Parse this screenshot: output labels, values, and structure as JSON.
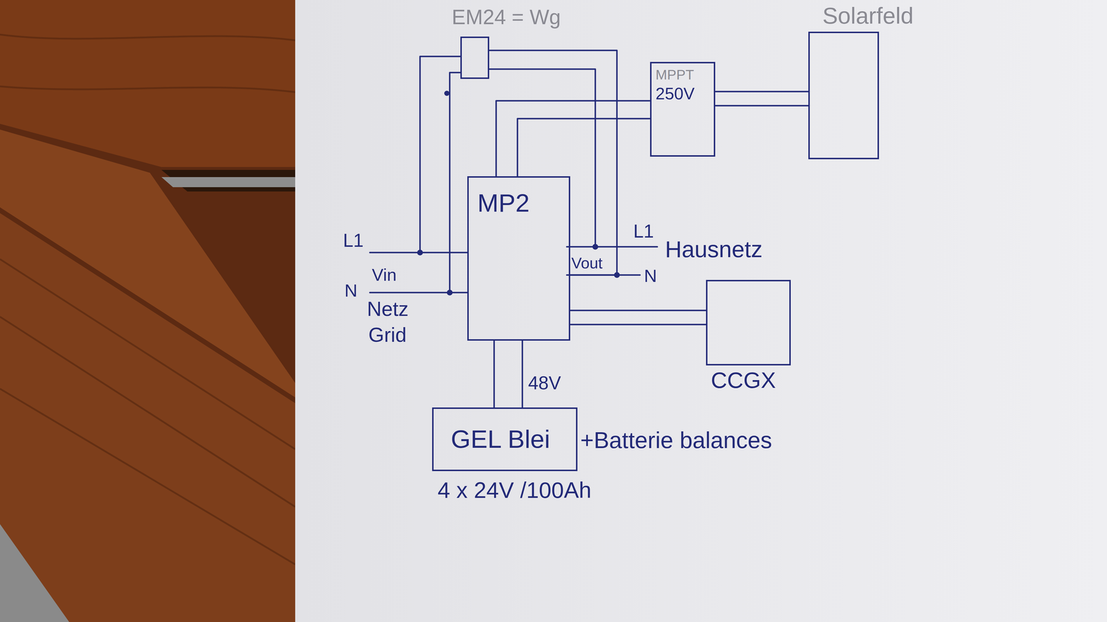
{
  "diagram": {
    "nodes": [
      {
        "text": [
          "EM24 = Wg"
        ]
      },
      {
        "text": [
          "MPPT",
          "250V"
        ]
      },
      {
        "text": [
          "Solarfeld"
        ]
      },
      {
        "text": [
          "MP2"
        ]
      },
      {
        "text": [
          "CCGX"
        ]
      },
      {
        "text": [
          "GEL Blei"
        ]
      }
    ],
    "edges": [
      {
        "from": 0,
        "to": 3,
        "arrow": "none"
      },
      {
        "from": 1,
        "to": 3,
        "arrow": "none"
      },
      {
        "from": 2,
        "to": 1,
        "arrow": "none"
      },
      {
        "from": 3,
        "to": 4,
        "arrow": "none"
      },
      {
        "from": 3,
        "to": 5,
        "arrow": "none"
      }
    ],
    "labels": [
      "L1",
      "Vin",
      "N",
      "Netz",
      "Grid",
      "L1",
      "Hausnetz",
      "Vout",
      "N",
      "48V",
      "+Batterie balances",
      "4 x 24V /100Ah"
    ]
  }
}
